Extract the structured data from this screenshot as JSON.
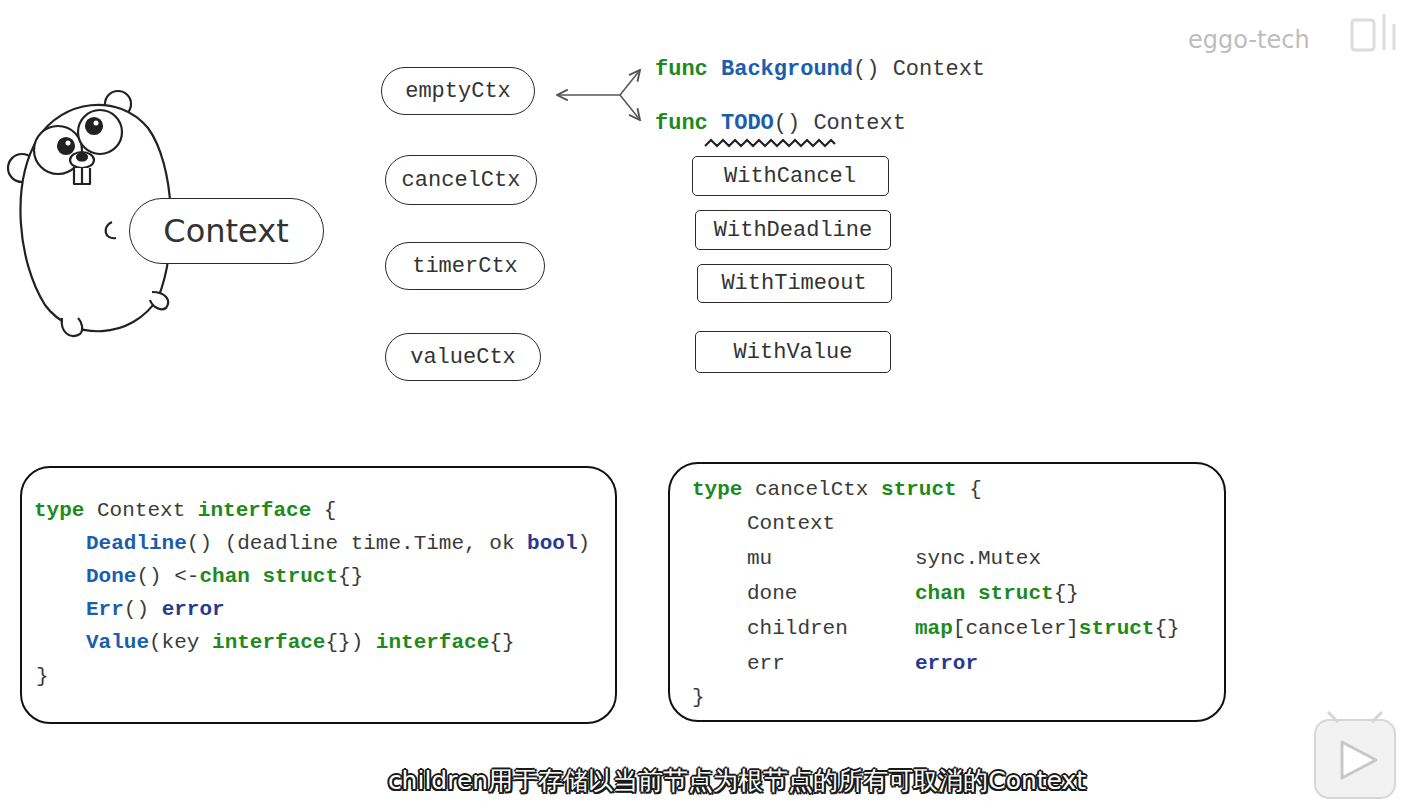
{
  "diagram": {
    "caption": "children用于存储以当前节点为根节点的所有可取消的Context",
    "nodes": [
      {
        "text": [
          "emptyCtx"
        ]
      },
      {
        "text": [
          "cancelCtx"
        ]
      },
      {
        "text": [
          "timerCtx"
        ]
      },
      {
        "text": [
          "valueCtx"
        ]
      },
      {
        "text": [
          "Context"
        ]
      },
      {
        "text": [
          "WithCancel"
        ]
      },
      {
        "text": [
          "WithDeadline"
        ]
      },
      {
        "text": [
          "WithTimeout"
        ]
      },
      {
        "text": [
          "WithValue"
        ]
      },
      {
        "text": [
          "type",
          "Context",
          "interface",
          "{",
          "Deadline",
          "() (deadline time.Time, ok",
          "bool",
          ")",
          "Done",
          "() <-",
          "chan",
          "struct",
          "{}",
          "Err",
          "()",
          "error",
          "Value",
          "(key",
          "interface",
          "{})",
          "interface",
          "{}",
          "}"
        ]
      },
      {
        "text": [
          "type",
          "cancelCtx",
          "struct",
          "{",
          "Context",
          "mu",
          "sync.Mutex",
          "done",
          "chan",
          "struct",
          "{}",
          "children",
          "map",
          "[canceler]",
          "struct",
          "{}",
          "err",
          "error",
          "}"
        ]
      }
    ],
    "labels": [
      "func",
      "Background",
      "() Context",
      "func",
      "TODO",
      "() Context",
      "eggo-tech"
    ]
  }
}
